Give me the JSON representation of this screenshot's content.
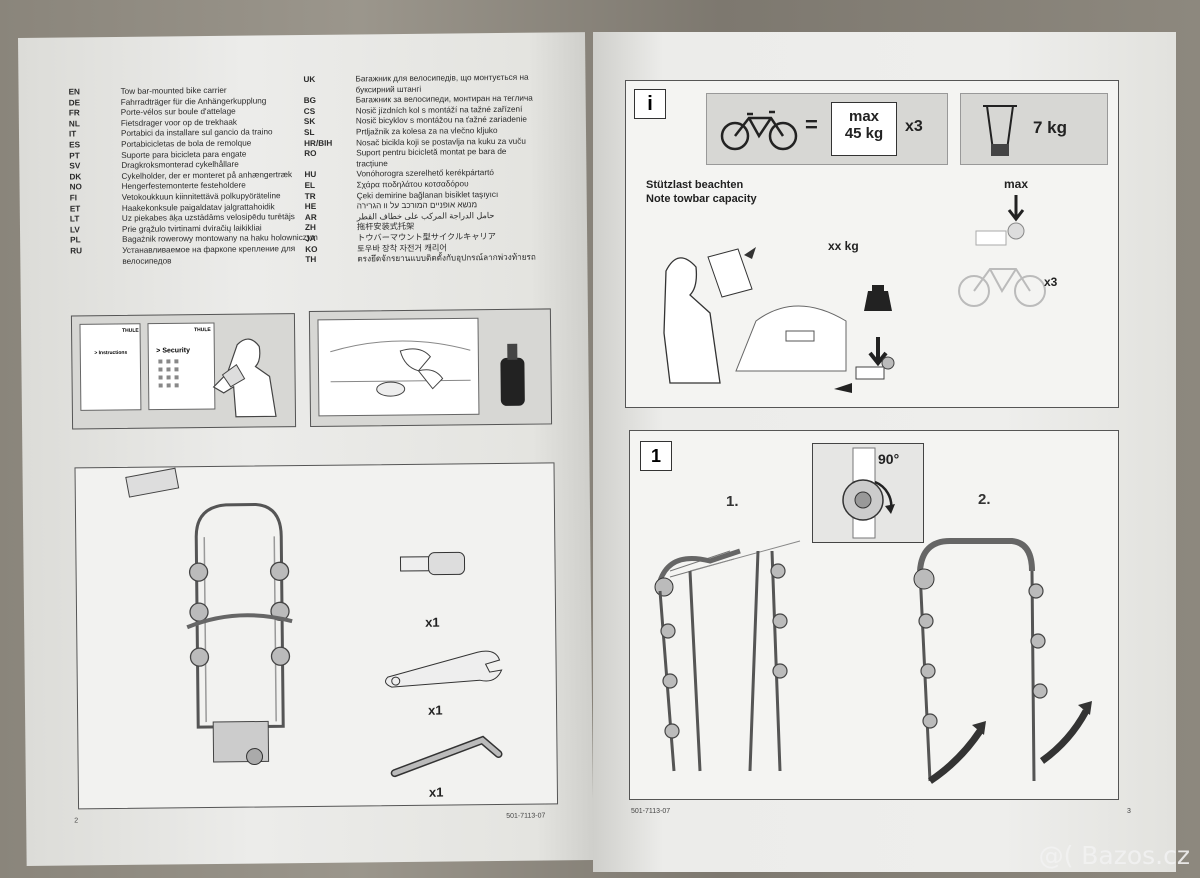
{
  "left_page": {
    "languages_col1": [
      {
        "code": "EN",
        "text": "Tow bar-mounted bike carrier"
      },
      {
        "code": "DE",
        "text": "Fahrradträger für die Anhängerkupplung"
      },
      {
        "code": "FR",
        "text": "Porte-vélos sur boule d'attelage"
      },
      {
        "code": "NL",
        "text": "Fietsdrager voor op de trekhaak"
      },
      {
        "code": "IT",
        "text": "Portabici da installare sul gancio da traino"
      },
      {
        "code": "ES",
        "text": "Portabicicletas de bola de remolque"
      },
      {
        "code": "PT",
        "text": "Suporte para bicicleta para engate"
      },
      {
        "code": "SV",
        "text": "Dragkroksmonterad cykelhållare"
      },
      {
        "code": "DK",
        "text": "Cykelholder, der er monteret på anhængertræk"
      },
      {
        "code": "NO",
        "text": "Hengerfestemonterte festeholdere"
      },
      {
        "code": "FI",
        "text": "Vetokoukkuun kiinnitettävä polkupyöräteline"
      },
      {
        "code": "ET",
        "text": "Haakekonksule paigaldatav jalgrattahoidik"
      },
      {
        "code": "LT",
        "text": "Uz piekabes āķa uzstādāms velosipēdu turētājs"
      },
      {
        "code": "LV",
        "text": "Prie grąžulo tvirtinami dviračių laikikliai"
      },
      {
        "code": "PL",
        "text": "Bagażnik rowerowy montowany na haku holowniczym"
      },
      {
        "code": "RU",
        "text": "Устанавливаемое на фаркопе крепление для велосипедов"
      }
    ],
    "languages_col2": [
      {
        "code": "UK",
        "text": "Багажник для велосипедів, що монтується на буксирний штангі"
      },
      {
        "code": "BG",
        "text": "Багажник за велосипеди, монтиран на теглича"
      },
      {
        "code": "CS",
        "text": "Nosič jízdních kol s montáží na tažné zařízení"
      },
      {
        "code": "SK",
        "text": "Nosič bicyklov s montážou na ťažné zariadenie"
      },
      {
        "code": "SL",
        "text": "Prtljažnik za kolesa za na vlečno kljuko"
      },
      {
        "code": "HR/BIH",
        "text": "Nosač bicikla koji se postavlja na kuku za vuču"
      },
      {
        "code": "RO",
        "text": "Suport pentru bicicletă montat pe bara de tracțiune"
      },
      {
        "code": "HU",
        "text": "Vonóhorogra szerelhető kerékpártartó"
      },
      {
        "code": "EL",
        "text": "Σχάρα ποδηλάτου κοτσαδόρου"
      },
      {
        "code": "TR",
        "text": "Çeki demirine bağlanan bisiklet taşıyıcı"
      },
      {
        "code": "HE",
        "text": "מנשא אופניים המורכב על וו הגרירה"
      },
      {
        "code": "AR",
        "text": "حامل الدراجة المركب على خطاف القطر"
      },
      {
        "code": "ZH",
        "text": "拖杆安装式托架"
      },
      {
        "code": "JA",
        "text": "トウバーマウント型サイクルキャリア"
      },
      {
        "code": "KO",
        "text": "토우바 장착 자전거 캐리어"
      },
      {
        "code": "TH",
        "text": "ตรงยึดจักรยานแบบติดตั้งกับอุปกรณ์ลากพ่วงท้ายรถ"
      }
    ],
    "manuals": {
      "brand": "THULE",
      "title1": "> Instructions",
      "title2": "> Security"
    },
    "parts": [
      {
        "qty": "x1"
      },
      {
        "qty": "x1"
      },
      {
        "qty": "x1"
      }
    ],
    "page_number": "2",
    "doc_code": "501-7113-07"
  },
  "right_page": {
    "info_letter": "i",
    "equals": "=",
    "max_label": "max",
    "weight": "45 kg",
    "times3": "x3",
    "carrier_weight": "7 kg",
    "towbar_de": "Stützlast beachten",
    "towbar_en": "Note towbar capacity",
    "xx_kg": "xx kg",
    "max_small": "max",
    "x3_small": "x3",
    "step_number": "1",
    "angle": "90°",
    "substep1": "1.",
    "substep2": "2.",
    "page_number": "3",
    "doc_code": "501-7113-07"
  },
  "watermark": "@( Bazos.cz"
}
